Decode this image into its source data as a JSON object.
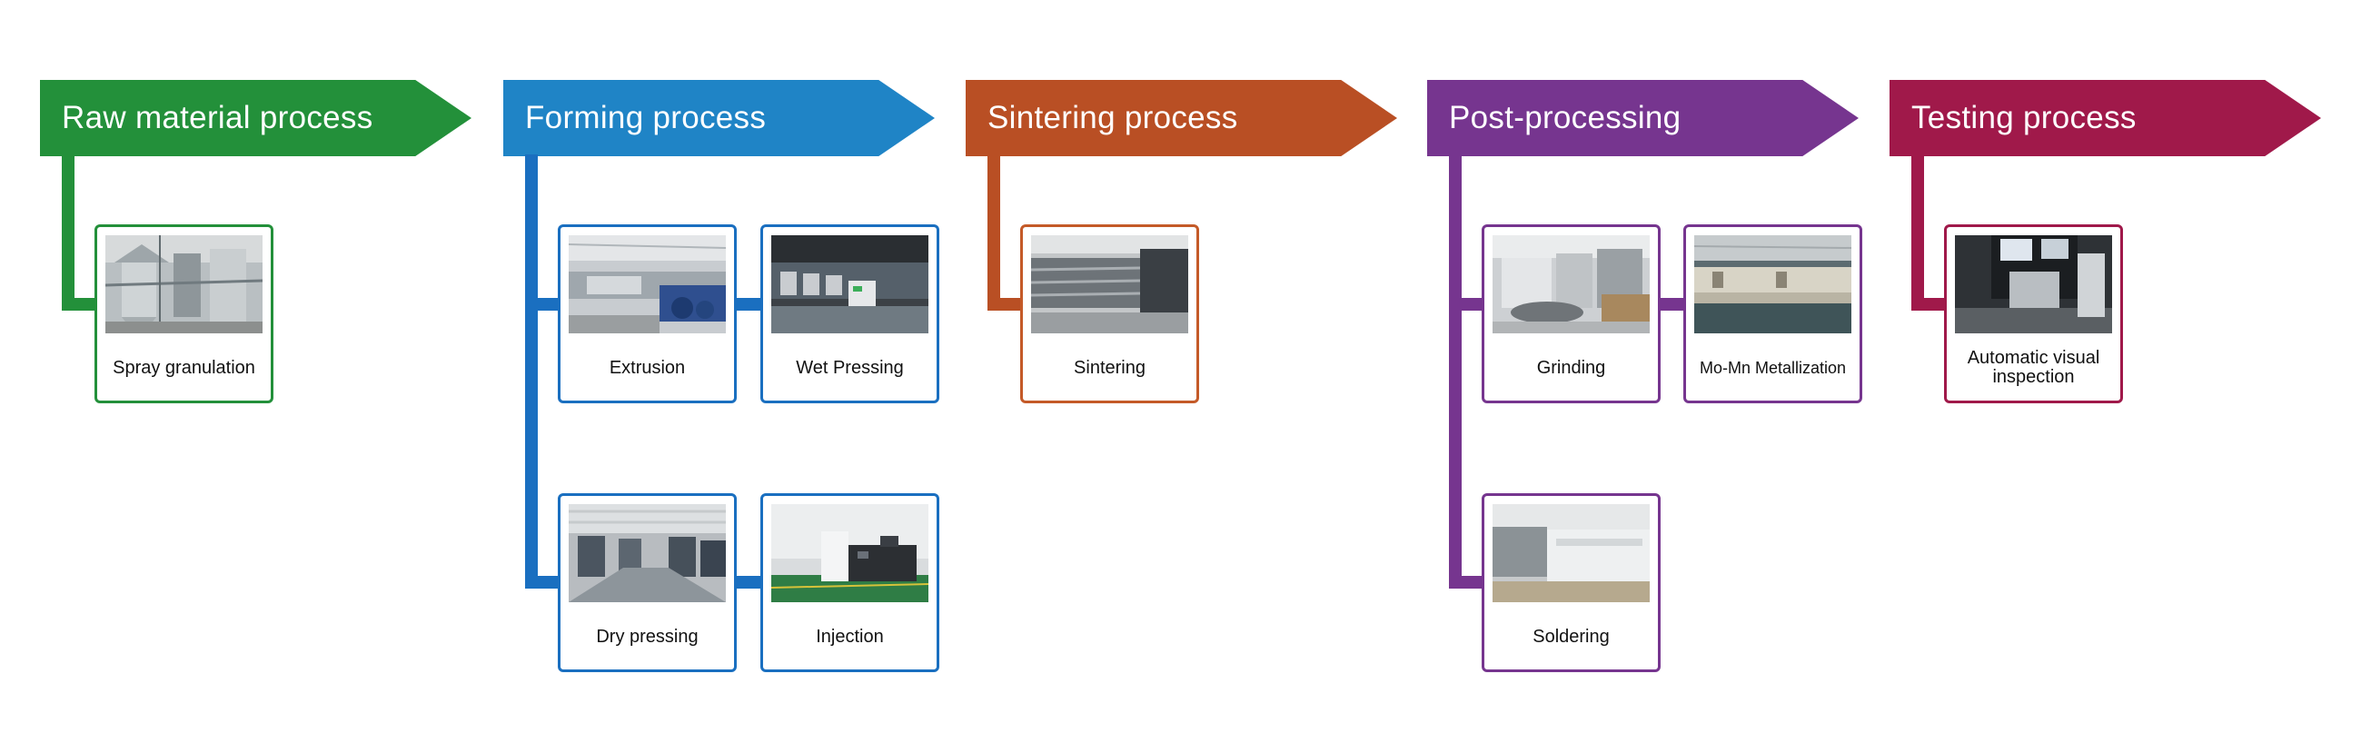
{
  "stages": [
    {
      "id": "raw",
      "title": "Raw material process",
      "color": "#23903a",
      "steps": [
        {
          "label": "Spray granulation",
          "photo": "spray-granulation-photo"
        }
      ]
    },
    {
      "id": "forming",
      "title": "Forming process",
      "color": "#1f84c6",
      "steps": [
        {
          "label": "Extrusion",
          "photo": "extrusion-photo"
        },
        {
          "label": "Wet Pressing",
          "photo": "wet-pressing-photo"
        },
        {
          "label": "Dry pressing",
          "photo": "dry-pressing-photo"
        },
        {
          "label": "Injection",
          "photo": "injection-photo"
        }
      ]
    },
    {
      "id": "sintering",
      "title": "Sintering process",
      "color": "#b94f24",
      "steps": [
        {
          "label": "Sintering",
          "photo": "sintering-photo"
        }
      ]
    },
    {
      "id": "post",
      "title": "Post-processing",
      "color": "#76358f",
      "steps": [
        {
          "label": "Grinding",
          "photo": "grinding-photo"
        },
        {
          "label": "Mo-Mn Metallization",
          "photo": "metallization-photo"
        },
        {
          "label": "Soldering",
          "photo": "soldering-photo"
        }
      ]
    },
    {
      "id": "testing",
      "title": "Testing process",
      "color": "#a0194a",
      "steps": [
        {
          "label": "Automatic visual inspection",
          "photo": "visual-inspection-photo"
        }
      ]
    }
  ],
  "colors": {
    "card_forming_border": "#1a6fc0"
  }
}
